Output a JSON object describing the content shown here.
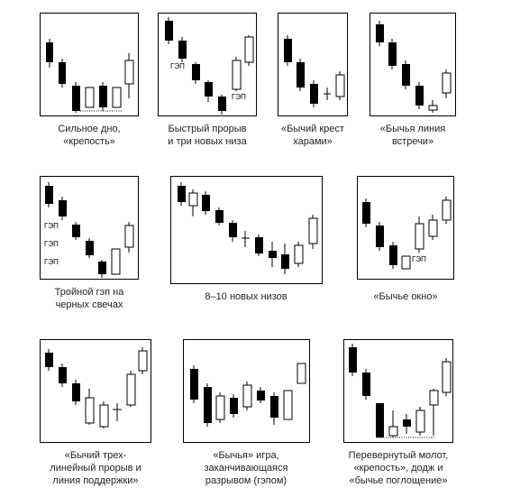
{
  "gap_label": "ГЭП",
  "patterns": [
    {
      "id": "strong-bottom",
      "caption": [
        "Сильное дно,",
        "«крепость»"
      ]
    },
    {
      "id": "fast-breakout",
      "caption": [
        "Быстрый прорыв",
        "и три новых низа"
      ]
    },
    {
      "id": "bullish-harami-cross",
      "caption": [
        "«Бычий крест",
        "харами»"
      ]
    },
    {
      "id": "bullish-meeting-line",
      "caption": [
        "«Бычья линия",
        "встречи»"
      ]
    },
    {
      "id": "triple-gap-black",
      "caption": [
        "Тройной гэп на",
        "черных свечах"
      ]
    },
    {
      "id": "eight-ten-lows",
      "caption": [
        "8–10 новых низов"
      ]
    },
    {
      "id": "bullish-window",
      "caption": [
        "«Бычье окно»"
      ]
    },
    {
      "id": "three-line-breakout",
      "caption": [
        "«Бычий трех-",
        "линейный прорыв и",
        "линия поддержки»"
      ]
    },
    {
      "id": "bullish-gap-game",
      "caption": [
        "«Бычья» игра,",
        "заканчивающаяся",
        "разрывом (гэпом)"
      ]
    },
    {
      "id": "inverted-hammer-fortress",
      "caption": [
        "Перевернутый молот,",
        "«крепость», додж и",
        "«бычье поглощение»"
      ]
    }
  ]
}
